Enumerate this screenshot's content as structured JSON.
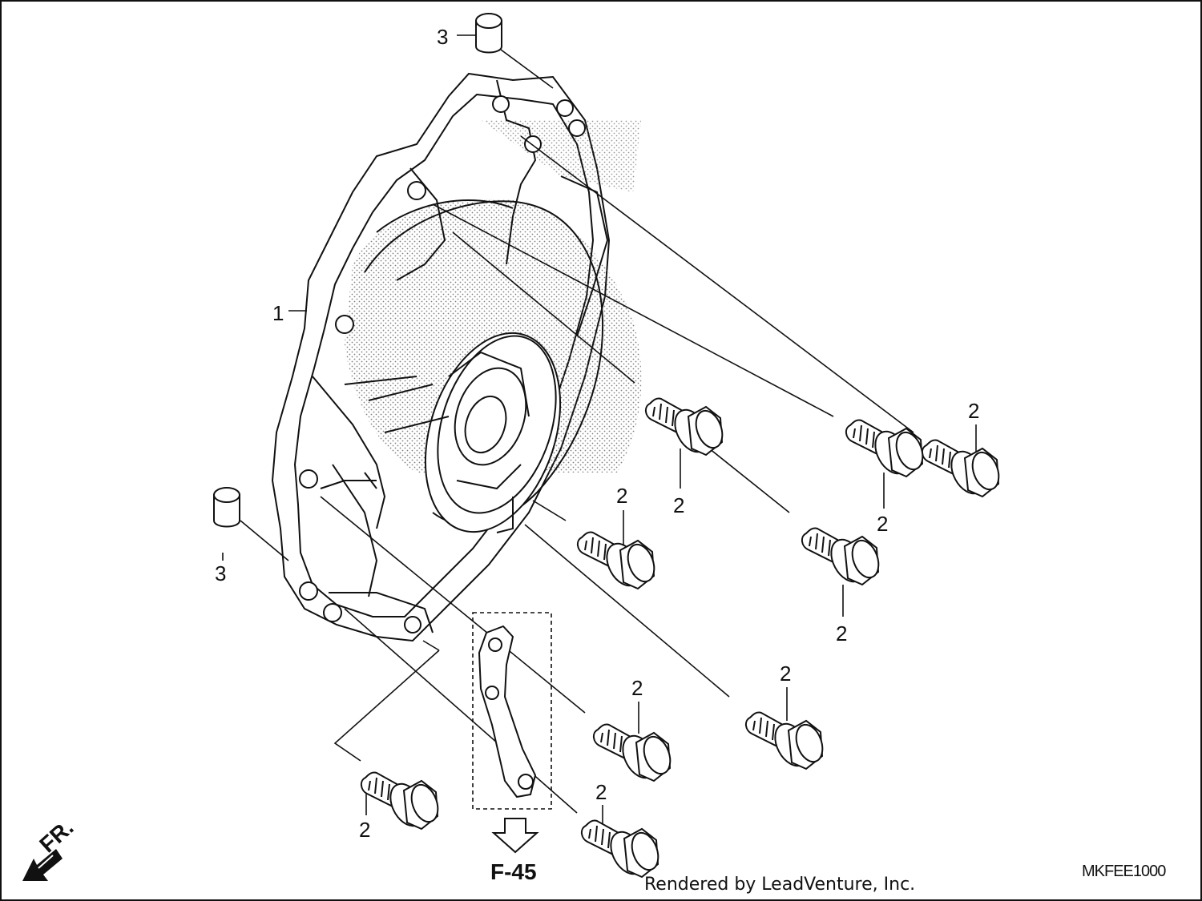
{
  "callouts": {
    "part_1": "1",
    "part_2": "2",
    "part_3": "3"
  },
  "reference": {
    "page": "F-45"
  },
  "direction": {
    "front": "FR."
  },
  "diagram_code": "MKFEE1000",
  "credit": "Rendered by LeadVenture, Inc.",
  "icons": {
    "direction_arrow": "front-arrow-icon",
    "reference_arrow": "hollow-down-arrow-icon"
  },
  "colors": {
    "line": "#111111",
    "background": "#ffffff",
    "shading": "#555555"
  }
}
